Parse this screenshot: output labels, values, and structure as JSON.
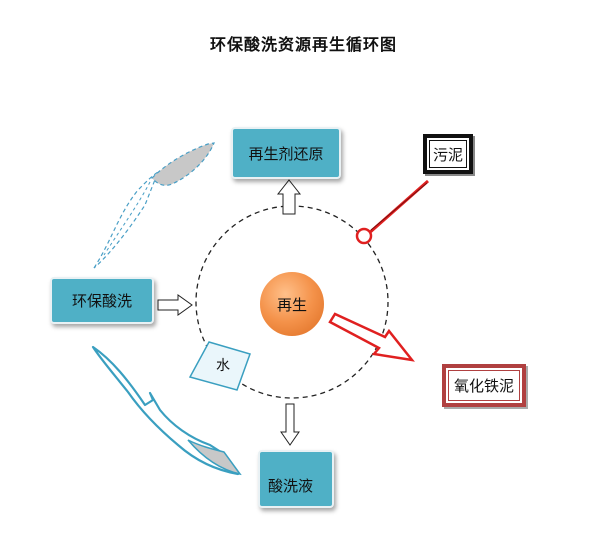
{
  "title": "环保酸洗资源再生循环图",
  "center_label": "再生",
  "nodes": {
    "regenerant_reduction": "再生剂还原",
    "eco_pickling": "环保酸洗",
    "pickling_liquid": "酸洗液",
    "sludge": "污泥",
    "iron_oxide_sludge": "氧化铁泥",
    "water": "水"
  },
  "colors": {
    "box_fill": "#4fb0c6",
    "center_fill": "#f4924a",
    "red_accent": "#e02020",
    "dark_red_border": "#b04040",
    "water_fill": "#eaf6fb"
  }
}
